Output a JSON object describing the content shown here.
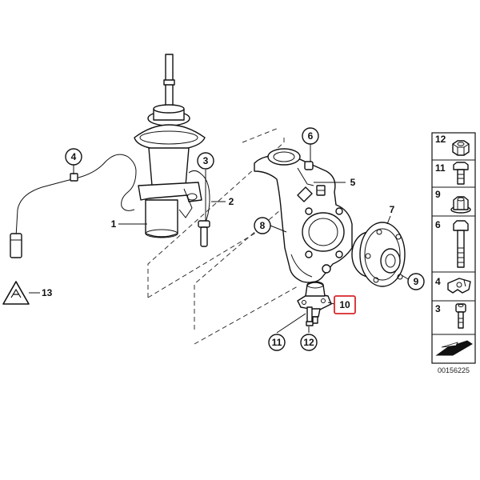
{
  "callouts": {
    "c1": "1",
    "c2": "2",
    "c3": "3",
    "c4": "4",
    "c5": "5",
    "c6": "6",
    "c7": "7",
    "c8": "8",
    "c9": "9",
    "c10": "10",
    "c11": "11",
    "c12": "12",
    "c13": "13"
  },
  "highlight_color": "#d9262c",
  "legend": [
    {
      "num": "12",
      "icon": "hex-nut-icon"
    },
    {
      "num": "11",
      "icon": "hex-bolt-short-icon"
    },
    {
      "num": "9",
      "icon": "flange-nut-icon"
    },
    {
      "num": "6",
      "icon": "hex-bolt-long-icon"
    },
    {
      "num": "4",
      "icon": "cable-clip-icon"
    },
    {
      "num": "3",
      "icon": "socket-screw-icon"
    }
  ],
  "doc_number": "00156225"
}
